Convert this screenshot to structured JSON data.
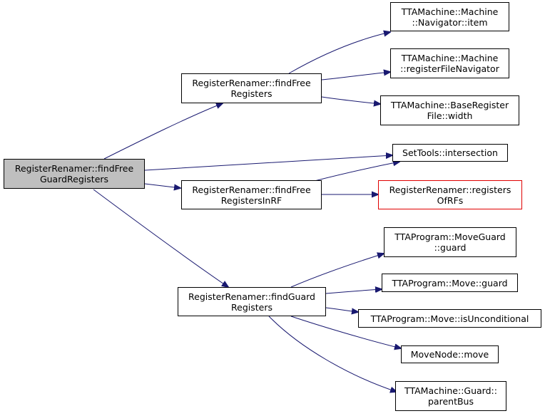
{
  "graph": {
    "edge_color": "#191970",
    "root_fill": "#bfbfbf",
    "warn_border": "#e00000",
    "nodes": {
      "root": {
        "line1": "RegisterRenamer::findFree",
        "line2": "GuardRegisters"
      },
      "find_free_registers": {
        "line1": "RegisterRenamer::findFree",
        "line2": "Registers"
      },
      "find_free_registers_in_rf": {
        "line1": "RegisterRenamer::findFree",
        "line2": "RegistersInRF"
      },
      "find_guard_registers": {
        "line1": "RegisterRenamer::findGuard",
        "line2": "Registers"
      },
      "navigator_item": {
        "line1": "TTAMachine::Machine",
        "line2": "::Navigator::item"
      },
      "register_file_navigator": {
        "line1": "TTAMachine::Machine",
        "line2": "::registerFileNavigator"
      },
      "base_register_file_width": {
        "line1": "TTAMachine::BaseRegister",
        "line2": "File::width"
      },
      "settools_intersection": {
        "line1": "SetTools::intersection"
      },
      "registers_of_rfs": {
        "line1": "RegisterRenamer::registers",
        "line2": "OfRFs"
      },
      "moveguard_guard": {
        "line1": "TTAProgram::MoveGuard",
        "line2": "::guard"
      },
      "move_guard": {
        "line1": "TTAProgram::Move::guard"
      },
      "move_is_unconditional": {
        "line1": "TTAProgram::Move::isUnconditional"
      },
      "movenode_move": {
        "line1": "MoveNode::move"
      },
      "guard_parent_bus": {
        "line1": "TTAMachine::Guard::",
        "line2": "parentBus"
      }
    }
  }
}
